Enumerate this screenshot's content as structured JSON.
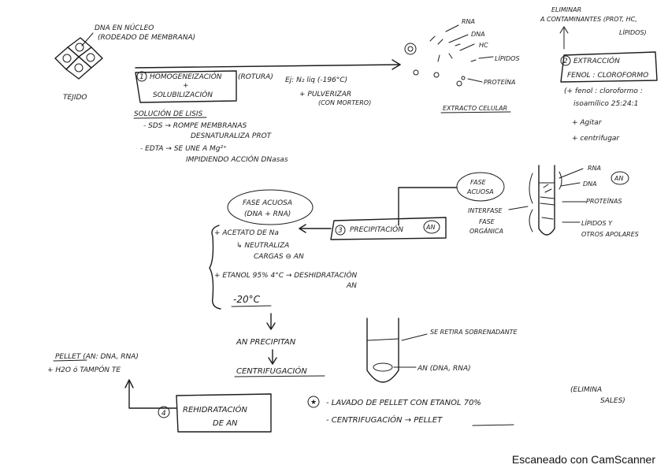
{
  "cells": {
    "dna_label": "DNA EN NÚCLEO",
    "dna_label_2": "(RODEADO DE MEMBRANA)",
    "tissue_label": "TEJIDO"
  },
  "step1": {
    "number": "1",
    "title_1": "HOMOGENEIZACIÓN",
    "title_2": "+",
    "title_3": "SOLUBILIZACIÓN",
    "rotura": "(ROTURA)",
    "liquid_n2": "Ej: N₂ liq (-196°C)",
    "pulverize": "+ PULVERIZAR",
    "pulverize_2": "(CON MORTERO)",
    "lysis_title": "SOLUCIÓN DE LISIS",
    "sds": "- SDS → ROMPE MEMBRANAS",
    "sds_2": "DESNATURALIZA PROT",
    "edta": "- EDTA → SE UNE A Mg²⁺",
    "edta_2": "IMPIDIENDO ACCIÓN DNasas"
  },
  "extract": {
    "rna": "RNA",
    "dna": "DNA",
    "hc": "HC",
    "lipids": "LÍPIDOS",
    "protein": "PROTEÍNA",
    "label": "EXTRACTO CELULAR"
  },
  "step2": {
    "remove_1": "ELIMINAR",
    "remove_2": "A CONTAMINANTES (PROT, HC,",
    "remove_3": "LÍPIDOS)",
    "number": "2",
    "title_1": "EXTRACCIÓN",
    "title_2": "FENOL : CLOROFORMO",
    "note_1": "(+ fenol : cloroformo :",
    "note_2": "isoamílico 25:24:1",
    "agitate": "+ Agitar",
    "centrifuge": "+ centrifugar"
  },
  "tube": {
    "rna": "RNA",
    "dna": "DNA",
    "an": "AN",
    "proteins": "PROTEÍNAS",
    "lipids_1": "LÍPIDOS Y",
    "lipids_2": "OTROS APOLARES",
    "aqueous_1": "FASE",
    "aqueous_2": "ACUOSA",
    "interface": "INTERFASE",
    "organic_1": "FASE",
    "organic_2": "ORGÁNICA"
  },
  "step3": {
    "number": "3",
    "title": "PRECIPITACIÓN",
    "an": "AN",
    "aqueous_1": "FASE ACUOSA",
    "aqueous_2": "(DNA + RNA)",
    "acetate": "+ ACETATO DE Na",
    "neutralize": "↳ NEUTRALIZA",
    "neutralize_2": "CARGAS ⊖ AN",
    "ethanol": "+ ETANOL 95% 4°C → DESHIDRATACIÓN",
    "ethanol_2": "AN",
    "cold": "-20°C",
    "precipitate": "AN PRECIPITAN",
    "centrifuge": "CENTRIFUGACIÓN"
  },
  "tube2": {
    "supernatant": "SE RETIRA SOBRENADANTE",
    "pellet_an": "AN (DNA, RNA)"
  },
  "step4": {
    "pellet_1": "PELLET (AN: DNA, RNA)",
    "pellet_2": "+ H2O ó TAMPÓN TE",
    "number": "4",
    "title_1": "REHIDRATACIÓN",
    "title_2": "DE AN",
    "star": "★",
    "wash": "- LAVADO DE PELLET CON ETANOL 70%",
    "salts": "(ELIMINA",
    "salts_2": "SALES)",
    "centrifuge": "- CENTRIFUGACIÓN → PELLET"
  },
  "footer": "Escaneado con CamScanner"
}
